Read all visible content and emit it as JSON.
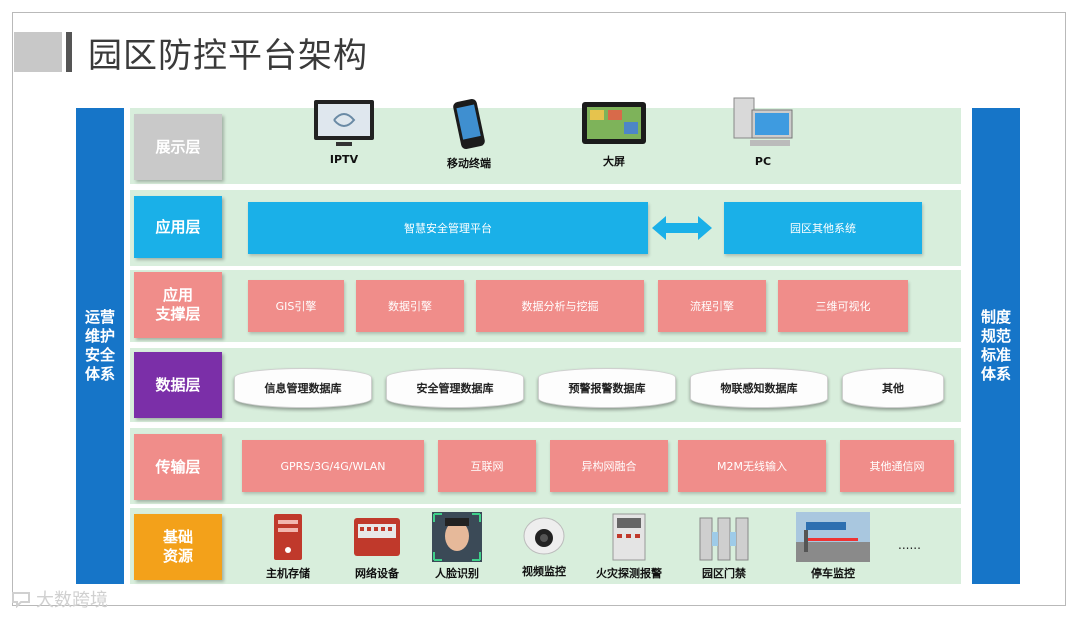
{
  "title": "园区防控平台架构",
  "left_label": "运营维护安全体系",
  "right_label": "制度规范标准体系",
  "layers": {
    "display": {
      "name": "展示层",
      "devices": [
        "IPTV",
        "移动终端",
        "大屏",
        "PC"
      ]
    },
    "application": {
      "name": "应用层",
      "boxes": [
        "智慧安全管理平台",
        "园区其他系统"
      ]
    },
    "support": {
      "name": "应用\n支撑层",
      "boxes": [
        "GIS引擎",
        "数据引擎",
        "数据分析与挖掘",
        "流程引擎",
        "三维可视化"
      ]
    },
    "data": {
      "name": "数据层",
      "dbs": [
        "信息管理数据库",
        "安全管理数据库",
        "预警报警数据库",
        "物联感知数据库",
        "其他"
      ]
    },
    "transport": {
      "name": "传输层",
      "boxes": [
        "GPRS/3G/4G/WLAN",
        "互联网",
        "异构网融合",
        "M2M无线输入",
        "其他通信网"
      ]
    },
    "base": {
      "name": "基础\n资源",
      "items": [
        "主机存储",
        "网络设备",
        "人脸识别",
        "视频监控",
        "火灾探测报警",
        "园区门禁",
        "停车监控"
      ],
      "more": "......"
    }
  },
  "colors": {
    "side": "#1675c8",
    "layer_bg": "#d8eedc",
    "display_badge": "#c9c9c9",
    "app_badge": "#1ab0e8",
    "support_badge": "#f08d8a",
    "data_badge": "#7b2fa8",
    "transport_badge": "#f08d8a",
    "base_badge": "#f3a11a"
  },
  "watermark": "大数跨境"
}
